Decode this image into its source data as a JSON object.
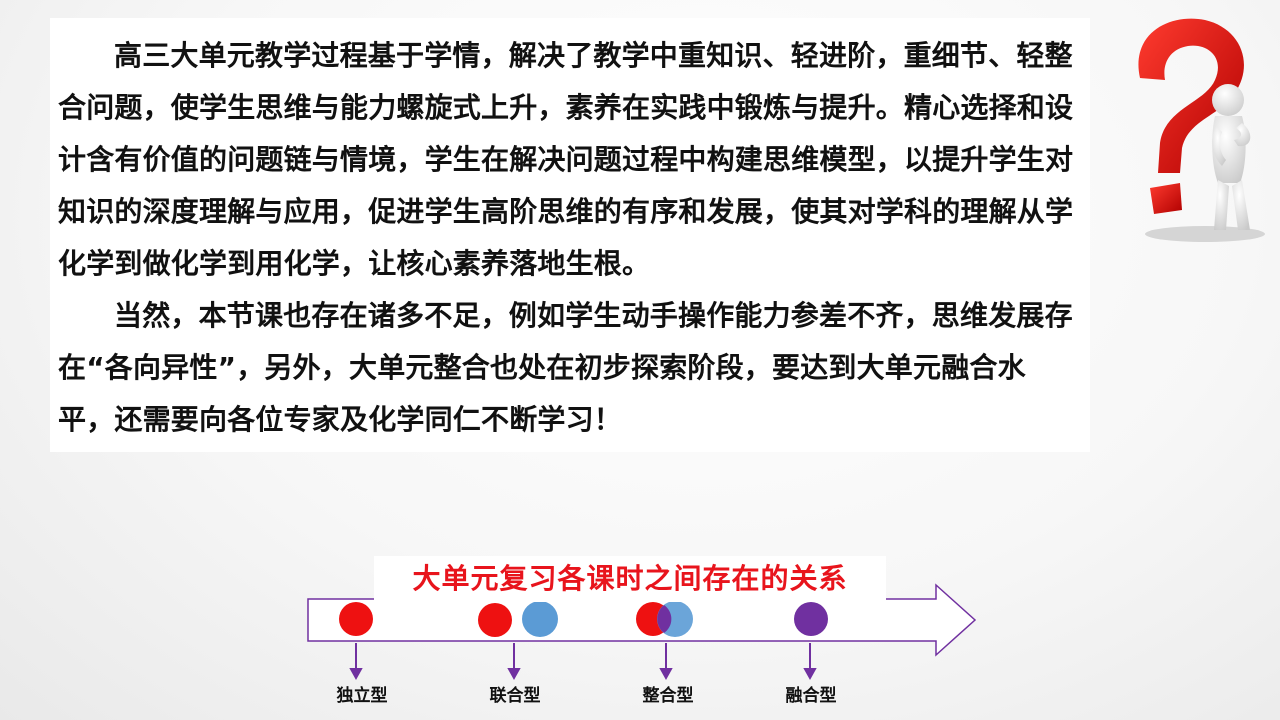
{
  "paragraphs": [
    "高三大单元教学过程基于学情，解决了教学中重知识、轻进阶，重细节、轻整合问题，使学生思维与能力螺旋式上升，素养在实践中锻炼与提升。精心选择和设计含有价值的问题链与情境，学生在解决问题过程中构建思维模型，以提升学生对知识的深度理解与应用，促进学生高阶思维的有序和发展，使其对学科的理解从学化学到做化学到用化学，让核心素养落地生根。",
    "当然，本节课也存在诸多不足，例如学生动手操作能力参差不齐，思维发展存在“各向异性”，另外，大单元整合也处在初步探索阶段，要达到大单元融合水平，还需要向各位专家及化学同仁不断学习！"
  ],
  "diagram": {
    "title": "大单元复习各课时之间存在的关系",
    "types": [
      "独立型",
      "联合型",
      "整合型",
      "融合型"
    ]
  },
  "colors": {
    "title_red": "#e8141c",
    "circle_red": "#ee1111",
    "circle_blue": "#5b9bd5",
    "circle_purple": "#7030a0",
    "arrow_outline": "#7030a0"
  },
  "icons": {
    "decoration": "question-mark-figure-icon"
  }
}
